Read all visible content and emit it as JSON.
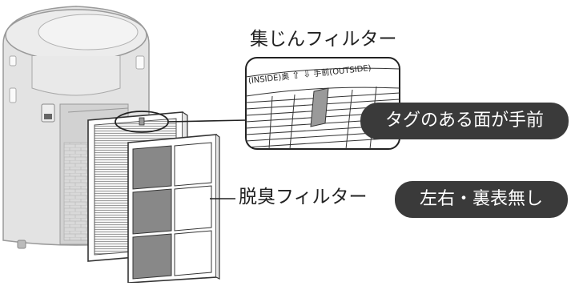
{
  "labels": {
    "dust_filter": "集じんフィルター",
    "deodorizing_filter": "脱臭フィルター"
  },
  "callouts": {
    "dust_filter_note": "タグのある面が手前",
    "deodorizing_filter_note": "左右・裏表無し"
  },
  "zoom_tag": {
    "inside": "(INSIDE)奥",
    "arrows": "⇧ ⇩",
    "outside": "手前(OUTSIDE)"
  }
}
